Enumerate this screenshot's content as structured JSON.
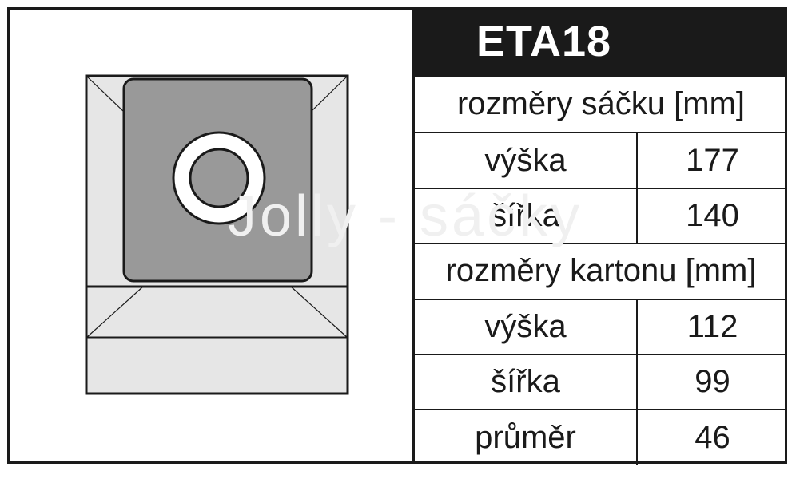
{
  "product": {
    "code": "ETA18"
  },
  "watermark": "Jolly - sáčky",
  "bag_section": {
    "heading": "rozměry sáčku [mm]",
    "rows": [
      {
        "label": "výška",
        "value": "177"
      },
      {
        "label": "šířka",
        "value": "140"
      }
    ]
  },
  "carton_section": {
    "heading": "rozměry kartonu [mm]",
    "rows": [
      {
        "label": "výška",
        "value": "112"
      },
      {
        "label": "šířka",
        "value": "99"
      },
      {
        "label": "průměr",
        "value": "46"
      }
    ]
  },
  "colors": {
    "outline": "#1a1a1a",
    "bag_outer": "#e6e6e6",
    "bag_inner": "#999999",
    "title_bg": "#1a1a1a",
    "title_text": "#ffffff"
  }
}
